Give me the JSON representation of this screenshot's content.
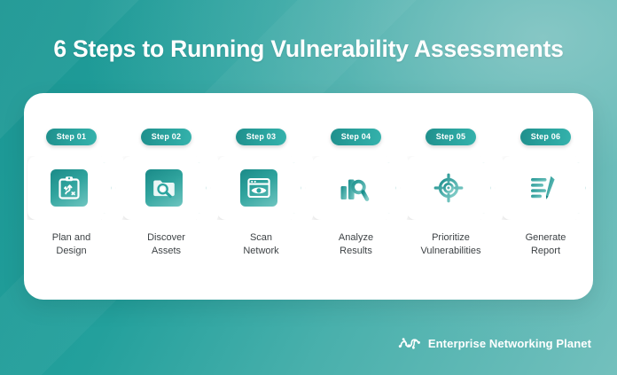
{
  "title": "6 Steps to Running Vulnerability Assessments",
  "colors": {
    "background_start": "#1a9693",
    "background_end": "#73c0bd",
    "panel": "#ffffff",
    "badge_start": "#1f8f8c",
    "badge_end": "#35b2ac",
    "icon_tile_start": "#1a8a88",
    "icon_tile_end": "#6fc5c0",
    "label_text": "#3d4245",
    "title_text": "#ffffff"
  },
  "steps": [
    {
      "badge": "Step 01",
      "label": "Plan and\nDesign",
      "icon": "clipboard-strategy-icon",
      "tile": "filled"
    },
    {
      "badge": "Step 02",
      "label": "Discover\nAssets",
      "icon": "folder-search-icon",
      "tile": "filled"
    },
    {
      "badge": "Step 03",
      "label": "Scan\nNetwork",
      "icon": "browser-eye-icon",
      "tile": "filled"
    },
    {
      "badge": "Step 04",
      "label": "Analyze\nResults",
      "icon": "bar-chart-search-icon",
      "tile": "plain"
    },
    {
      "badge": "Step 05",
      "label": "Prioritize\nVulnerabilities",
      "icon": "target-crosshair-icon",
      "tile": "plain"
    },
    {
      "badge": "Step 06",
      "label": "Generate\nReport",
      "icon": "document-pencil-icon",
      "tile": "plain"
    }
  ],
  "footer": {
    "brand": "Enterprise Networking Planet",
    "logo": "network-nodes-logo"
  }
}
